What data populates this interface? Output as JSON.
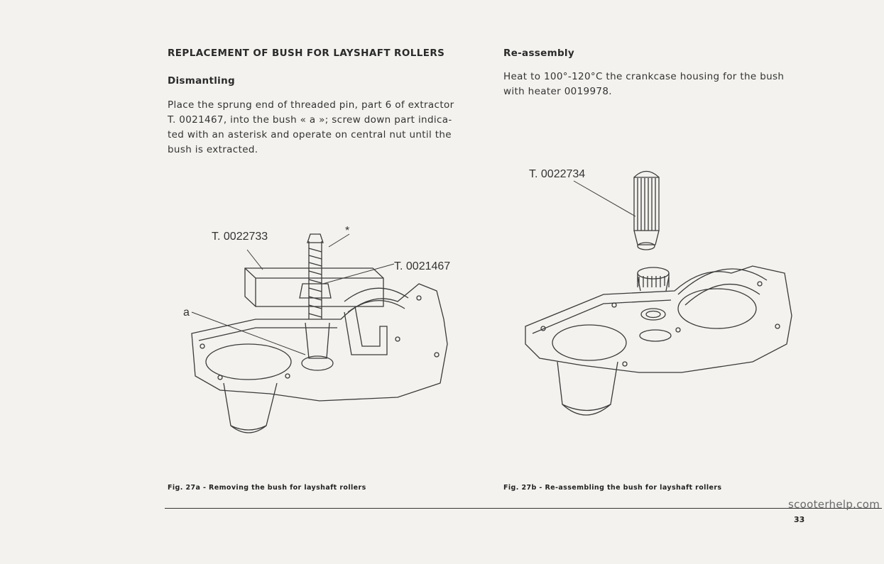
{
  "left_column": {
    "title": "REPLACEMENT OF BUSH FOR LAYSHAFT ROLLERS",
    "subheading": "Dismantling",
    "paragraph_lines": [
      "Place the sprung end of threaded pin, part 6 of extractor",
      "T. 0021467, into the bush « a »; screw down part indica-",
      "ted with an asterisk and operate on central nut until the",
      "bush is extracted."
    ]
  },
  "right_column": {
    "subheading": "Re-assembly",
    "paragraph_lines": [
      "Heat to 100°-120°C the crankcase housing for the bush",
      "with heater 0019978."
    ]
  },
  "figure_a": {
    "labels": {
      "tool_1": "T. 0022733",
      "asterisk": "*",
      "extractor": "T. 0021467",
      "part_a": "a"
    },
    "caption": "Fig. 27a - Removing the bush for layshaft rollers"
  },
  "figure_b": {
    "labels": {
      "tool": "T. 0022734"
    },
    "caption": "Fig. 27b - Re-assembling the bush for layshaft rollers"
  },
  "footer": {
    "page_number": "33",
    "watermark": "scooterhelp.com"
  }
}
